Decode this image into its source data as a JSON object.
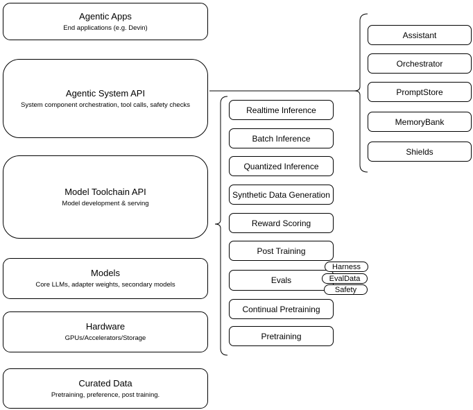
{
  "canvas": {
    "background": "#ffffff",
    "stroke_color": "#000000"
  },
  "left_stack": [
    {
      "title": "Agentic Apps",
      "subtitle": "End applications (e.g. Devin)"
    },
    {
      "title": "Agentic System API",
      "subtitle": "System component orchestration, tool calls, safety checks"
    },
    {
      "title": "Model Toolchain API",
      "subtitle": "Model development & serving"
    },
    {
      "title": "Models",
      "subtitle": "Core LLMs, adapter weights, secondary models"
    },
    {
      "title": "Hardware",
      "subtitle": "GPUs/Accelerators/Storage"
    },
    {
      "title": "Curated Data",
      "subtitle": "Pretraining, preference, post training."
    }
  ],
  "toolchain_services": [
    "Realtime Inference",
    "Batch Inference",
    "Quantized Inference",
    "Synthetic Data Generation",
    "Reward Scoring",
    "Post Training",
    "Evals",
    "Continual Pretraining",
    "Pretraining"
  ],
  "evals_tags": [
    "Harness",
    "EvalData",
    "Safety"
  ],
  "system_components": [
    "Assistant",
    "Orchestrator",
    "PromptStore",
    "MemoryBank",
    "Shields"
  ]
}
